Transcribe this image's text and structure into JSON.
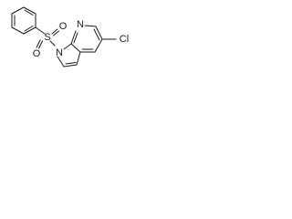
{
  "molecule": {
    "atoms": {
      "sulfur": "S",
      "oxygen_top": "O",
      "oxygen_bottom": "O",
      "nitrogen_pyrrole": "N",
      "nitrogen_pyridine": "N",
      "chlorine": "Cl"
    }
  },
  "colors": {
    "bond": "#1a1a1a",
    "label": "#1a1a1a",
    "background": "#ffffff"
  }
}
